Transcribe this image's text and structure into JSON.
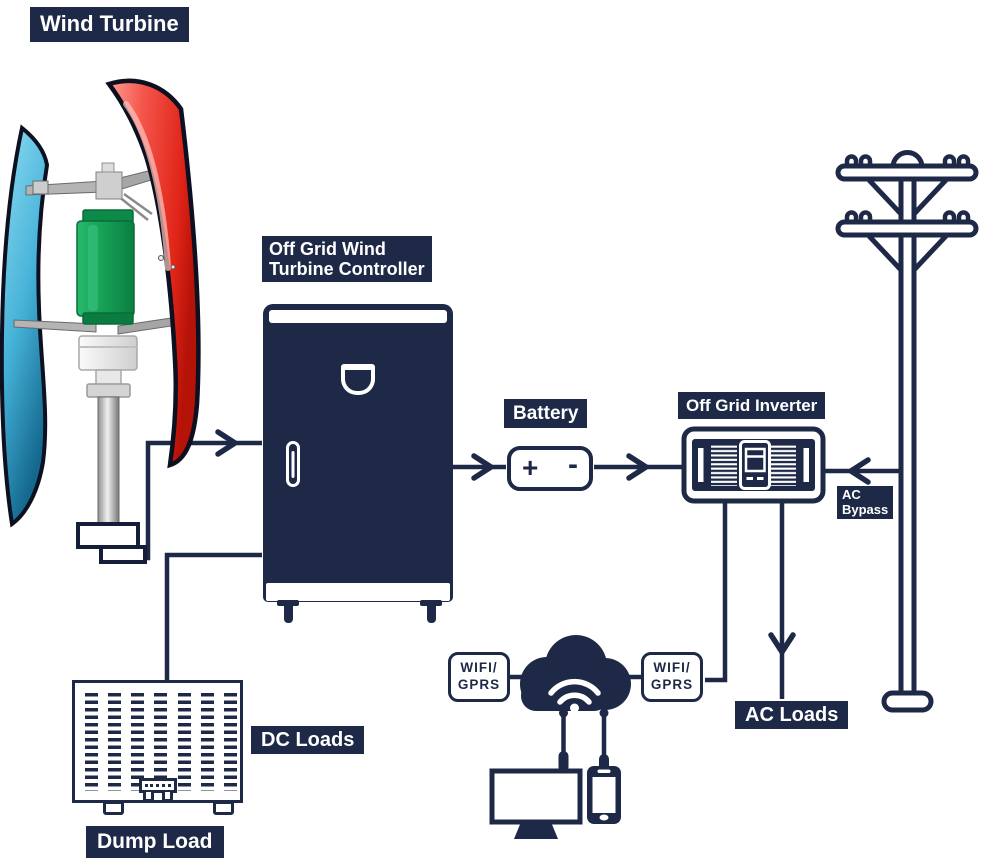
{
  "colors": {
    "navy": "#1d2946",
    "blade_red": "#e02418",
    "blade_blue": "#4db5d9",
    "generator_green": "#149e54"
  },
  "labels": {
    "wind_turbine": "Wind Turbine",
    "controller": {
      "line1": "Off Grid Wind",
      "line2": "Turbine Controller"
    },
    "battery": "Battery",
    "inverter": "Off Grid Inverter",
    "ac_bypass": {
      "line1": "AC",
      "line2": "Bypass"
    },
    "ac_loads": "AC Loads",
    "dc_loads": "DC Loads",
    "dump_load": "Dump Load"
  },
  "battery_terminals": {
    "positive": "+",
    "negative": "-"
  },
  "wifi_modules": {
    "left": {
      "line1": "WIFI/",
      "line2": "GPRS"
    },
    "right": {
      "line1": "WIFI/",
      "line2": "GPRS"
    }
  }
}
